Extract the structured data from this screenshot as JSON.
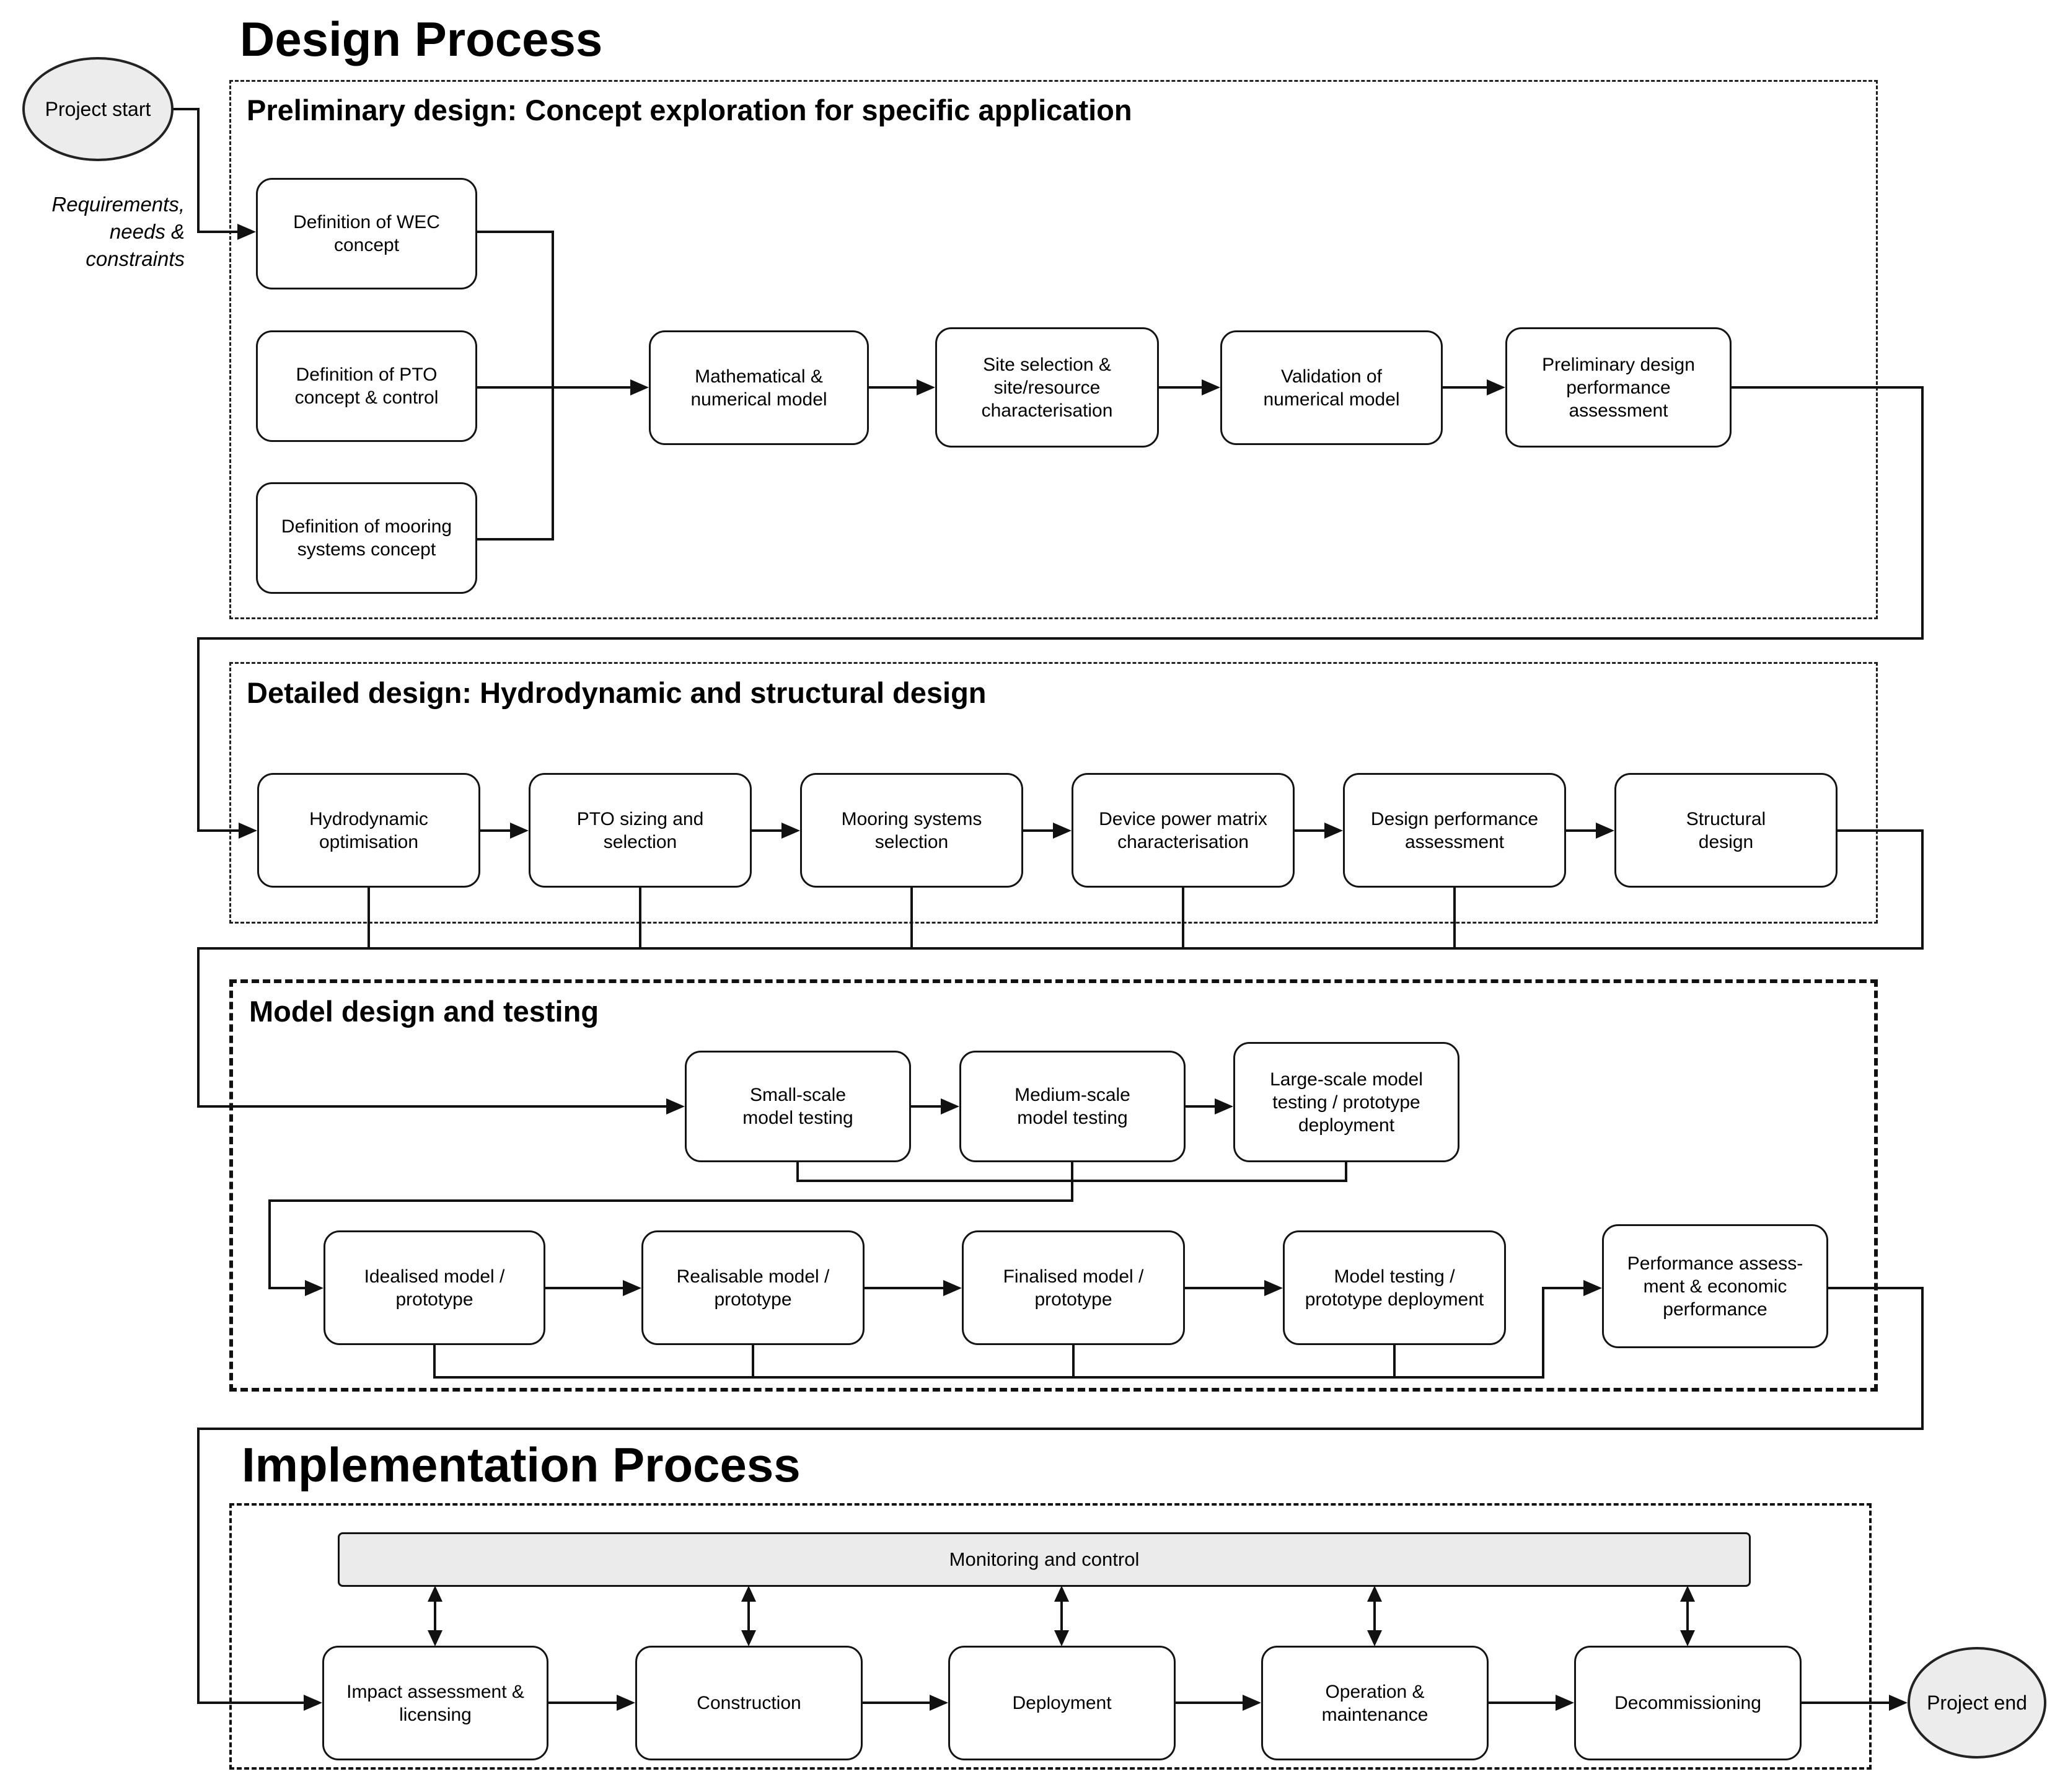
{
  "titles": {
    "design": "Design Process",
    "implementation": "Implementation Process"
  },
  "sections": {
    "preliminary": "Preliminary design: Concept exploration for specific application",
    "detailed": "Detailed design: Hydrodynamic and structural design",
    "model": "Model design and testing"
  },
  "terminals": {
    "start": "Project start",
    "end": "Project end"
  },
  "labels": {
    "requirements": "Requirements,\nneeds &\nconstraints",
    "monitoring": "Monitoring and control"
  },
  "nodes": {
    "def_wec": "Definition of WEC\nconcept",
    "def_pto": "Definition of PTO\nconcept & control",
    "def_mooring": "Definition of mooring\nsystems concept",
    "math_model": "Mathematical &\nnumerical model",
    "site_sel": "Site selection &\nsite/resource\ncharacterisation",
    "validation": "Validation of\nnumerical model",
    "prelim_perf": "Preliminary design\nperformance\nassessment",
    "hydro_opt": "Hydrodynamic\noptimisation",
    "pto_sizing": "PTO sizing and\nselection",
    "mooring_sel": "Mooring systems\nselection",
    "device_power": "Device power matrix\ncharacterisation",
    "design_perf": "Design performance\nassessment",
    "structural": "Structural\ndesign",
    "small_scale": "Small-scale\nmodel testing",
    "medium_scale": "Medium-scale\nmodel testing",
    "large_scale": "Large-scale model\ntesting / prototype\ndeployment",
    "idealised": "Idealised model /\nprototype",
    "realisable": "Realisable model /\nprototype",
    "finalised": "Finalised model /\nprototype",
    "model_testing": "Model testing /\nprototype deployment",
    "performance": "Performance assess-\nment & economic\nperformance",
    "impact": "Impact assessment &\nlicensing",
    "construction": "Construction",
    "deployment": "Deployment",
    "operation": "Operation &\nmaintenance",
    "decommissioning": "Decommissioning"
  }
}
